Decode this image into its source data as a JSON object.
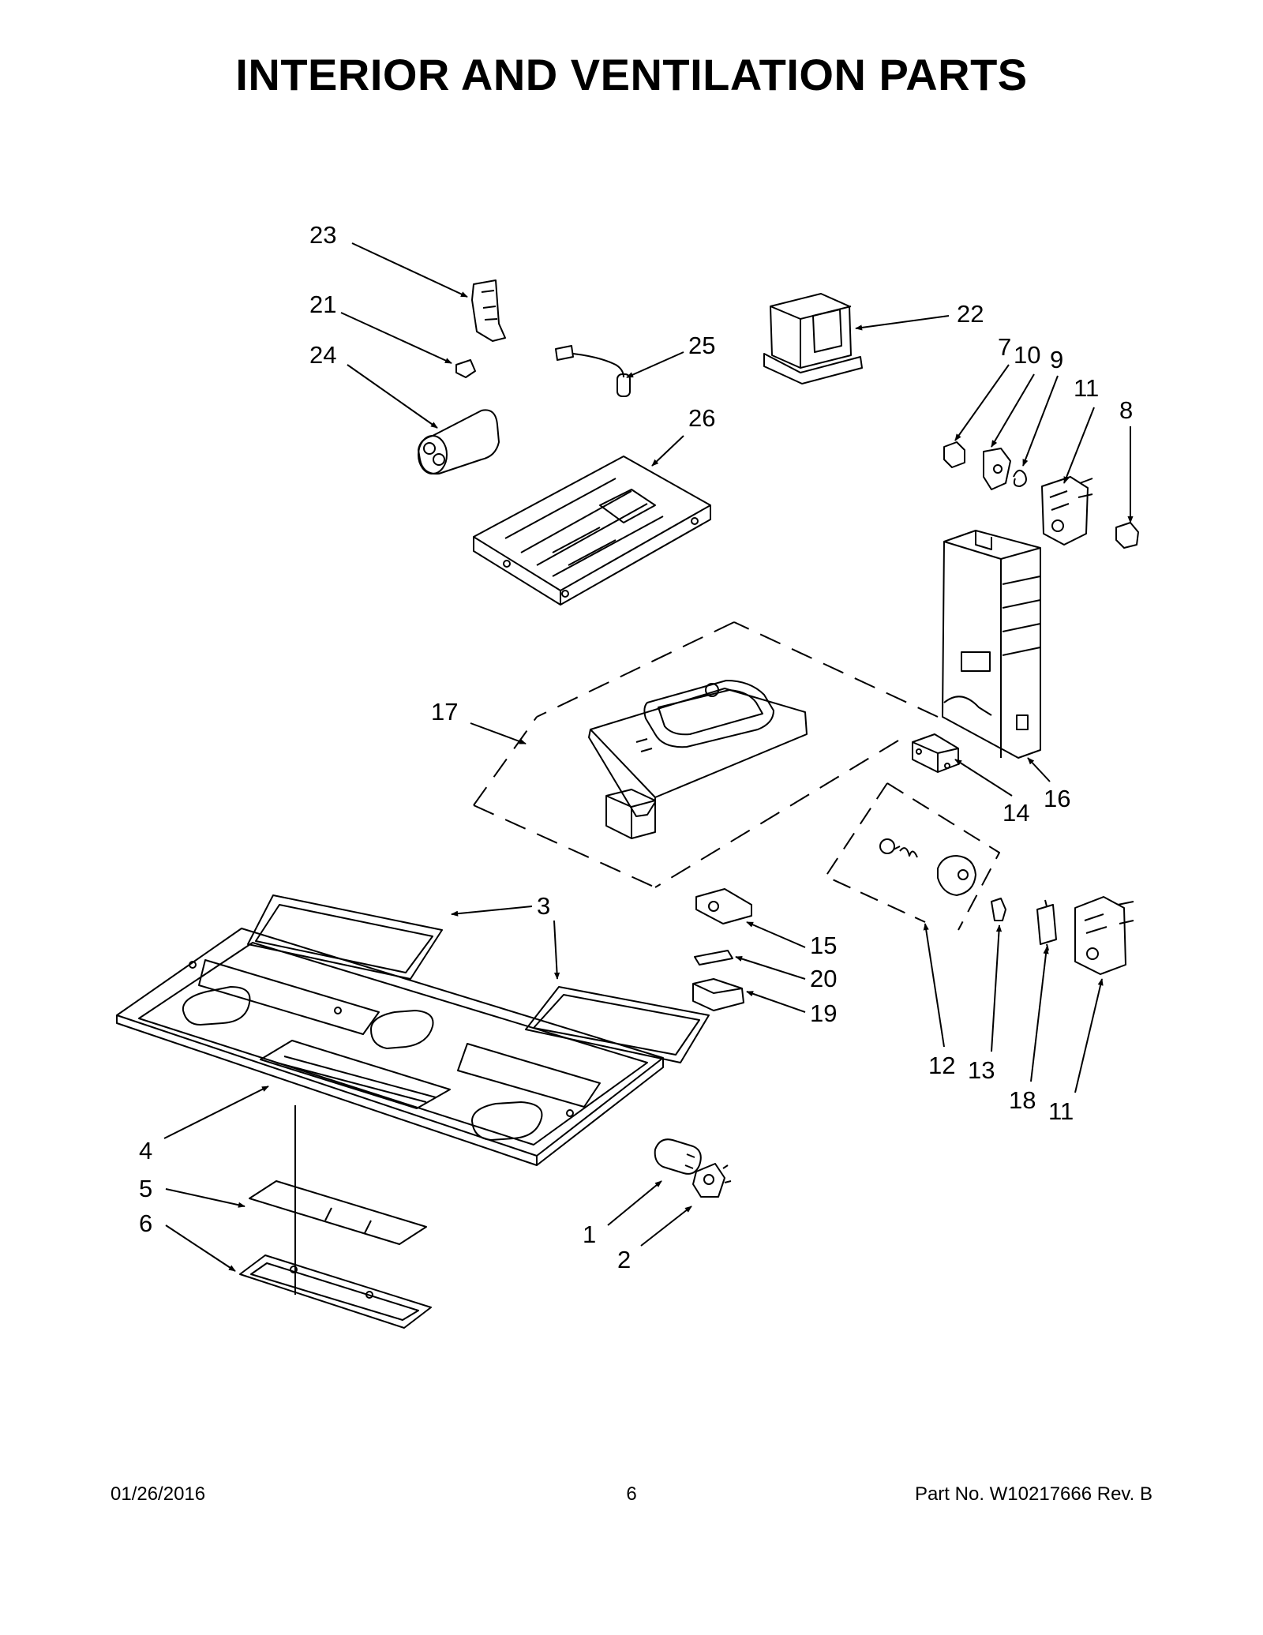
{
  "header": {
    "title": "INTERIOR AND VENTILATION PARTS"
  },
  "callouts": [
    "1",
    "2",
    "3",
    "3",
    "4",
    "5",
    "6",
    "7",
    "8",
    "9",
    "10",
    "11",
    "11",
    "12",
    "13",
    "14",
    "15",
    "16",
    "17",
    "18",
    "19",
    "20",
    "21",
    "22",
    "23",
    "24",
    "25",
    "26"
  ],
  "footer": {
    "date": "01/26/2016",
    "page": "6",
    "part": "Part No.  W10217666  Rev.  B"
  },
  "colors": {
    "ink": "#000000",
    "background": "#ffffff"
  }
}
